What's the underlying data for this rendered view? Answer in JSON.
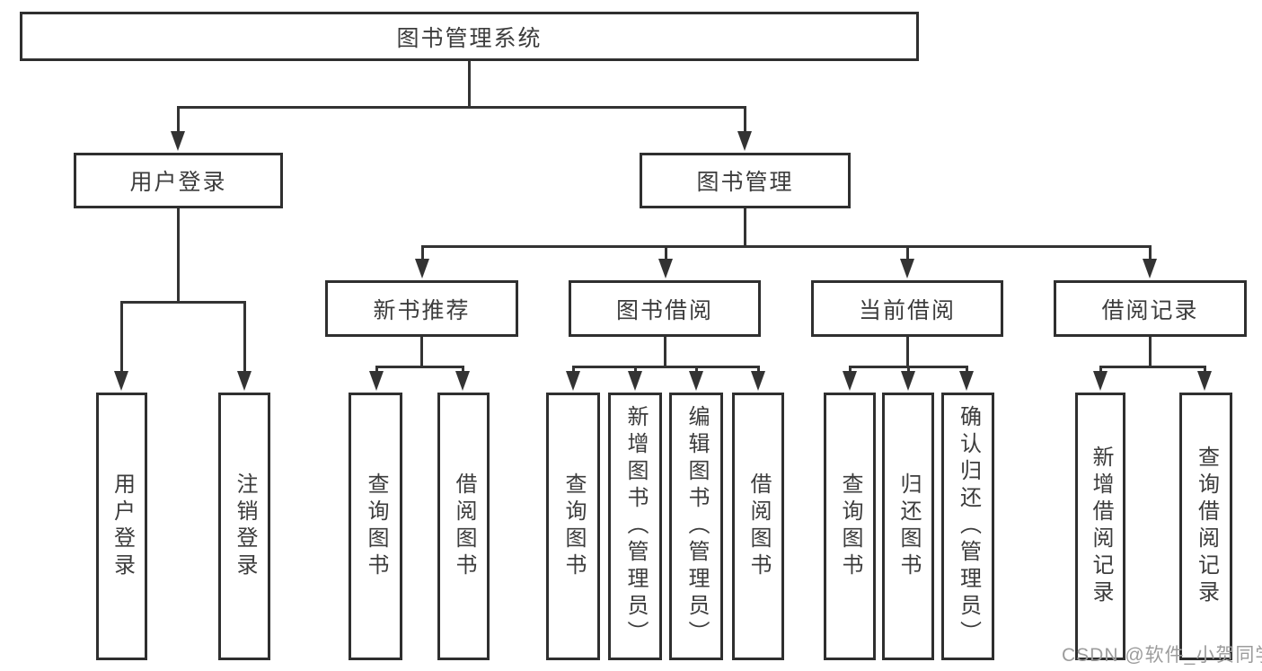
{
  "colors": {
    "background": "#ffffff",
    "box_border": "#2f2f2f",
    "line": "#333333",
    "text": "#3c3c3c",
    "watermark": "#9c9c9c"
  },
  "tree": {
    "root": "图书管理系统",
    "branches": [
      {
        "label": "用户登录",
        "children": [
          "用户登录",
          "注销登录"
        ]
      },
      {
        "label": "图书管理",
        "groups": [
          {
            "label": "新书推荐",
            "children": [
              "查询图书",
              "借阅图书"
            ]
          },
          {
            "label": "图书借阅",
            "children": [
              "查询图书",
              "新增图书（管理员）",
              "编辑图书（管理员）",
              "借阅图书"
            ]
          },
          {
            "label": "当前借阅",
            "children": [
              "查询图书",
              "归还图书",
              "确认归还（管理员）"
            ]
          },
          {
            "label": "借阅记录",
            "children": [
              "新增借阅记录",
              "查询借阅记录"
            ]
          }
        ]
      }
    ]
  },
  "watermark": "CSDN @软件_小贺同学"
}
